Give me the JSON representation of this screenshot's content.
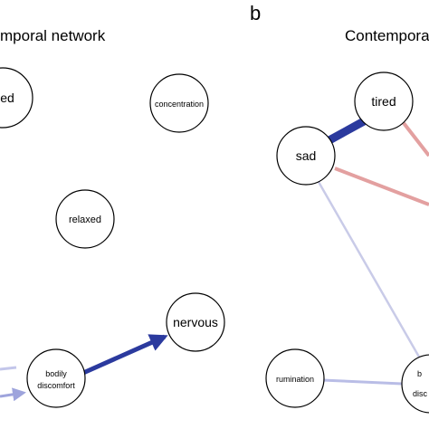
{
  "panel_a": {
    "title_fragment": "mporal network",
    "nodes": {
      "tired_cut": "ed",
      "concentration": "concentration",
      "relaxed": "relaxed",
      "nervous": "nervous",
      "bodily_discomfort_line1": "bodily",
      "bodily_discomfort_line2": "discomfort"
    },
    "edges": [
      {
        "from": "bodily discomfort",
        "to": "nervous",
        "directed": true,
        "color": "#2b3a9e",
        "strength": "strong"
      },
      {
        "from": "offscreen",
        "to": "bodily discomfort",
        "directed": true,
        "color": "#9ea4dc",
        "strength": "weak"
      },
      {
        "from": "offscreen",
        "to": "bodily discomfort",
        "directed": false,
        "color": "#c3c6ea",
        "strength": "weak"
      }
    ]
  },
  "panel_b": {
    "letter": "b",
    "title_fragment": "Contemporar",
    "nodes": {
      "tired": "tired",
      "sad": "sad",
      "rumination": "rumination",
      "cut_node_line1": "b",
      "cut_node_line2": "disc"
    },
    "edges": [
      {
        "from": "sad",
        "to": "tired",
        "color": "#2b3a9e",
        "strength": "strong"
      },
      {
        "from": "tired",
        "to": "offscreen",
        "color": "#e3a0a0",
        "strength": "moderate"
      },
      {
        "from": "sad",
        "to": "offscreen",
        "color": "#e3a0a0",
        "strength": "moderate"
      },
      {
        "from": "sad",
        "to": "bodily discomfort",
        "color": "#c9cbe8",
        "strength": "weak"
      },
      {
        "from": "rumination",
        "to": "bodily discomfort",
        "color": "#b9bde6",
        "strength": "weak"
      }
    ]
  },
  "colors": {
    "positive_edge": "#2b3a9e",
    "negative_edge": "#e3a0a0",
    "node_stroke": "#000000",
    "node_fill": "#ffffff"
  }
}
